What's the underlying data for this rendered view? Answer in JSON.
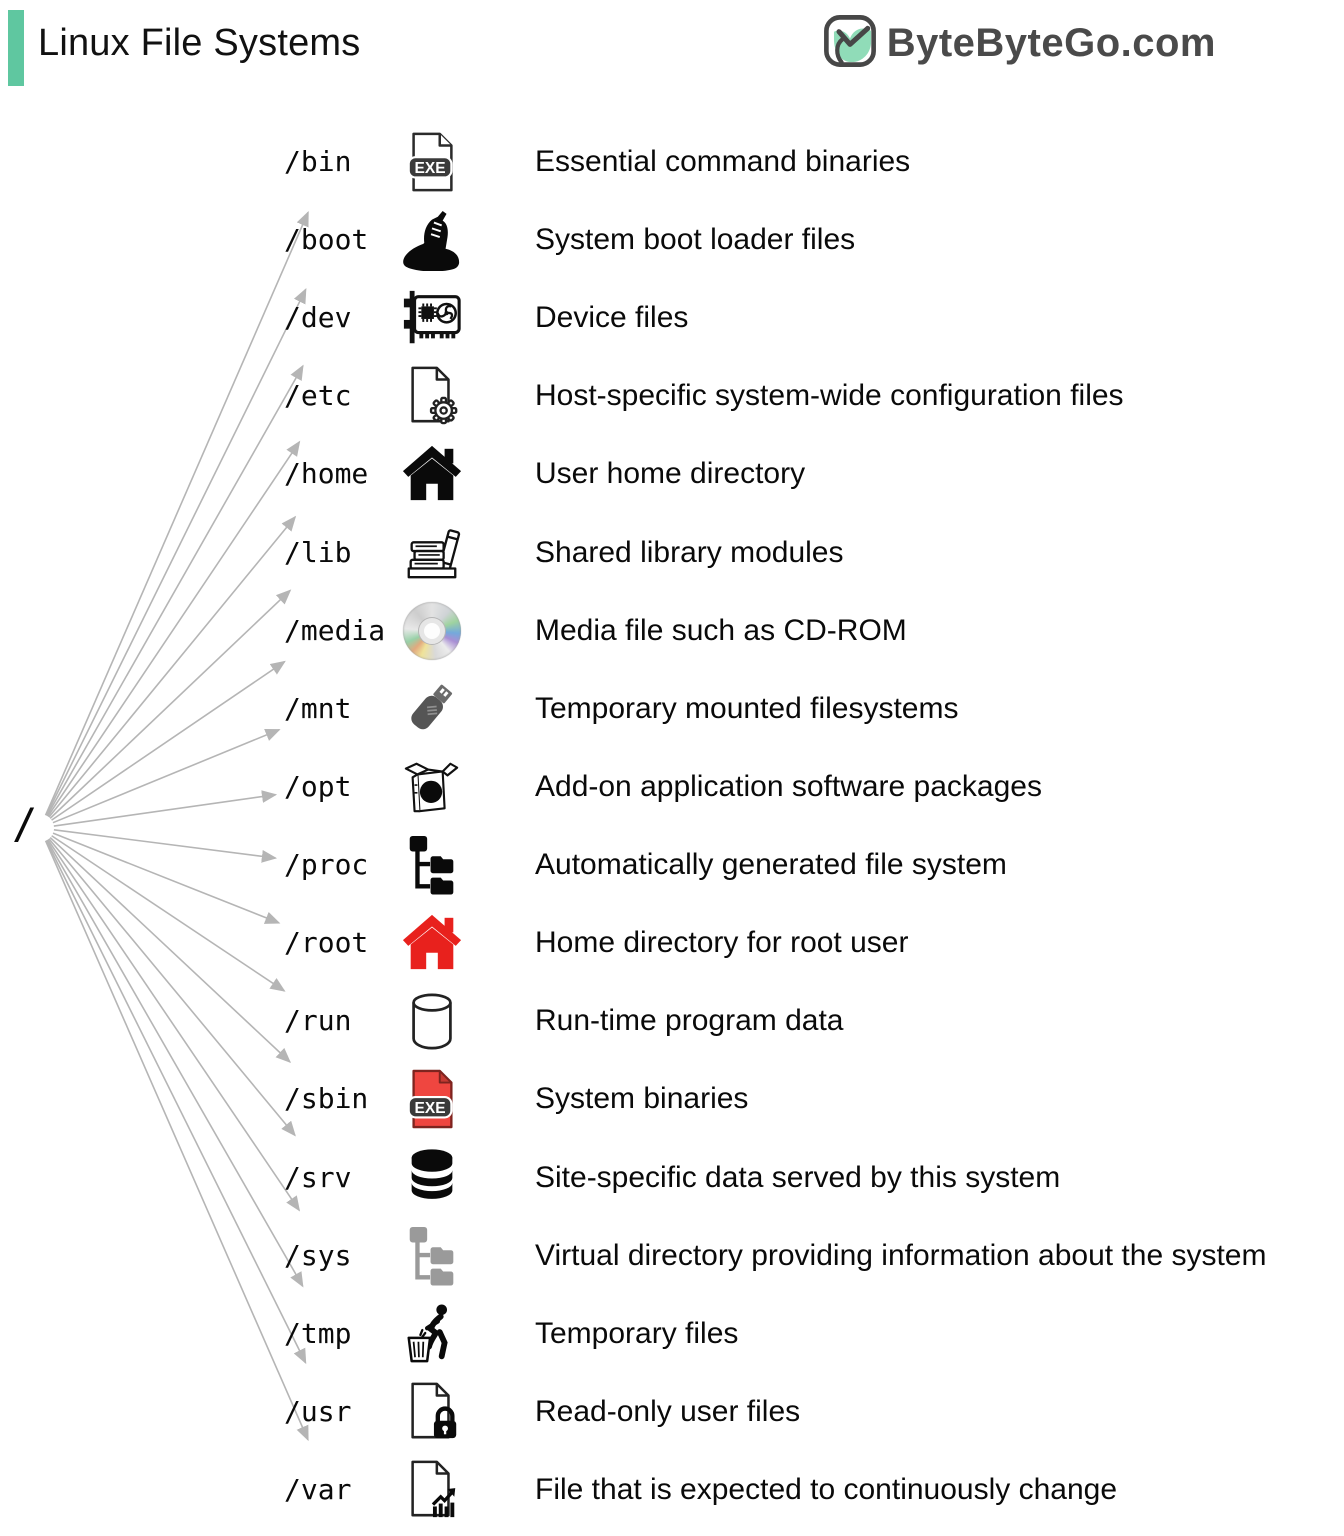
{
  "header": {
    "title": "Linux File Systems",
    "accent_color": "#5fc7a0",
    "brand": "ByteByteGo.com",
    "brand_color": "#4a4a4a"
  },
  "root": {
    "label": "/"
  },
  "arrow_color": "#b5b5b5",
  "icons": {
    "exe_badge_label": "EXE"
  },
  "rows": [
    {
      "path": "/bin",
      "icon": "exe-file-icon",
      "description": "Essential command binaries"
    },
    {
      "path": "/boot",
      "icon": "boot-icon",
      "description": "System boot loader files"
    },
    {
      "path": "/dev",
      "icon": "device-card-icon",
      "description": "Device files"
    },
    {
      "path": "/etc",
      "icon": "config-file-icon",
      "description": "Host-specific system-wide configuration files"
    },
    {
      "path": "/home",
      "icon": "home-icon",
      "description": "User home directory"
    },
    {
      "path": "/lib",
      "icon": "library-books-icon",
      "description": "Shared library modules"
    },
    {
      "path": "/media",
      "icon": "cd-rom-icon",
      "description": "Media file such as CD-ROM"
    },
    {
      "path": "/mnt",
      "icon": "usb-drive-icon",
      "description": "Temporary mounted filesystems"
    },
    {
      "path": "/opt",
      "icon": "software-package-icon",
      "description": "Add-on application software packages"
    },
    {
      "path": "/proc",
      "icon": "process-tree-icon",
      "description": "Automatically generated file system"
    },
    {
      "path": "/root",
      "icon": "root-home-icon",
      "description": "Home directory for root user"
    },
    {
      "path": "/run",
      "icon": "cylinder-icon",
      "description": "Run-time program data"
    },
    {
      "path": "/sbin",
      "icon": "exe-file-red-icon",
      "description": "System binaries"
    },
    {
      "path": "/srv",
      "icon": "database-icon",
      "description": "Site-specific data served by this system"
    },
    {
      "path": "/sys",
      "icon": "system-tree-icon",
      "description": "Virtual directory providing information about the system"
    },
    {
      "path": "/tmp",
      "icon": "trash-litter-icon",
      "description": "Temporary files"
    },
    {
      "path": "/usr",
      "icon": "locked-file-icon",
      "description": "Read-only user files"
    },
    {
      "path": "/var",
      "icon": "changing-file-icon",
      "description": "File that is expected to continuously change"
    }
  ]
}
